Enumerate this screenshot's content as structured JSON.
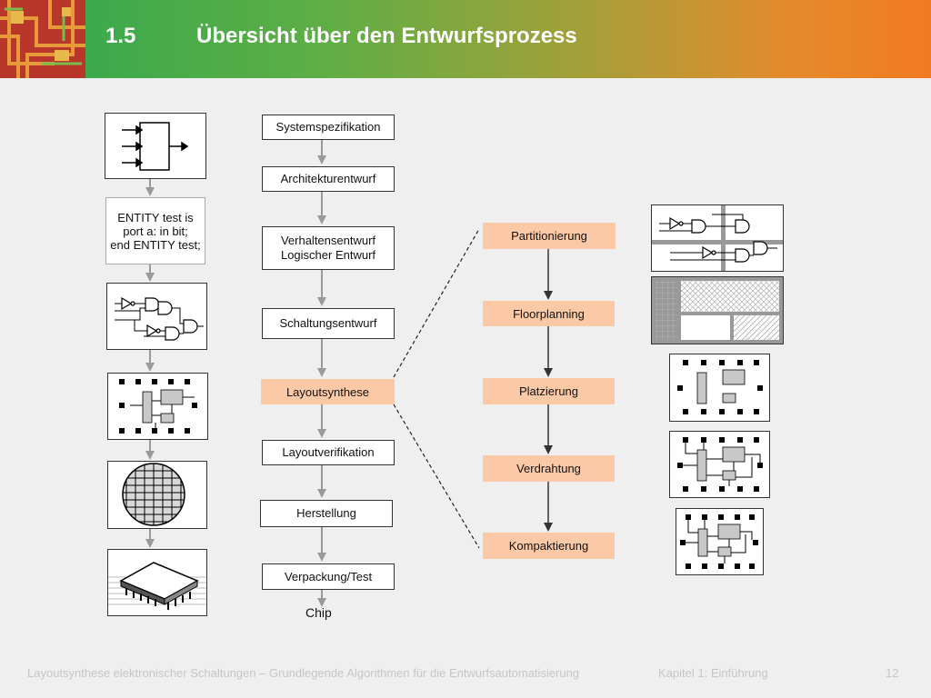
{
  "header": {
    "section_number": "1.5",
    "title": "Übersicht über den Entwurfsprozess"
  },
  "flow": [
    "Systemspezifikation",
    "Architekturentwurf",
    "Verhaltensentwurf",
    "Logischer Entwurf",
    "Schaltungsentwurf",
    "Layoutsynthese",
    "Layoutverifikation",
    "Herstellung",
    "Verpackung/Test"
  ],
  "flow_end": "Chip",
  "entity": [
    "ENTITY test is",
    "port a: in bit;",
    "end ENTITY test;"
  ],
  "substeps": [
    "Partitionierung",
    "Floorplanning",
    "Platzierung",
    "Verdrahtung",
    "Kompaktierung"
  ],
  "footer": {
    "course": "Layoutsynthese elektronischer Schaltungen – Grundlegende Algorithmen für die Entwurfsautomatisierung",
    "chapter": "Kapitel 1: Einführung",
    "page": "12"
  },
  "colors": {
    "accent_orange": "#fbc9a6",
    "header_start": "#2fa84f",
    "header_end": "#f27a22"
  }
}
